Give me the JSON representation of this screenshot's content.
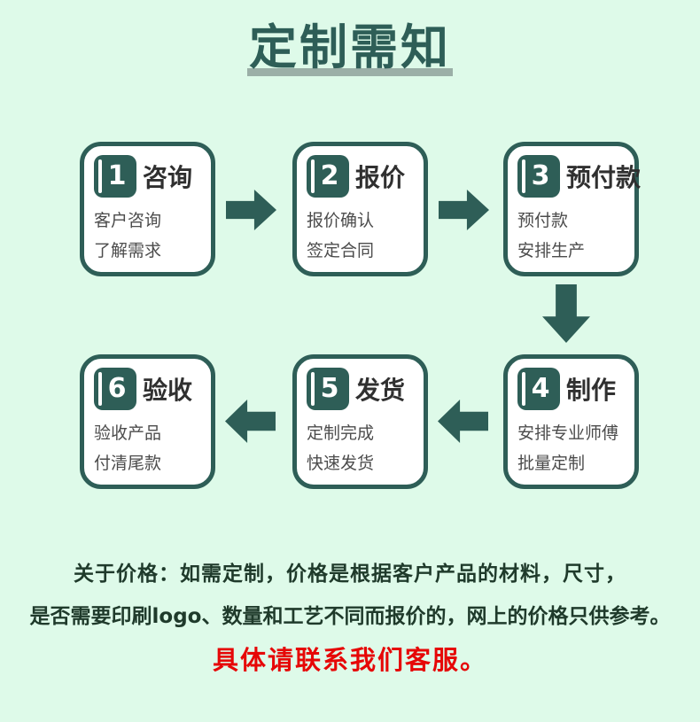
{
  "page": {
    "title": "定制需知",
    "colors": {
      "background": "#defae9",
      "accent_teal": "#2e5e57",
      "title_underline": "#9bafa7",
      "footer_text": "#1f3a2b",
      "footer_highlight": "#e60707",
      "box_background": "#ffffff"
    }
  },
  "steps": [
    {
      "number": "1",
      "label": "咨询",
      "desc_line1": "客户咨询",
      "desc_line2": "了解需求"
    },
    {
      "number": "2",
      "label": "报价",
      "desc_line1": "报价确认",
      "desc_line2": "签定合同"
    },
    {
      "number": "3",
      "label": "预付款",
      "desc_line1": "预付款",
      "desc_line2": "安排生产"
    },
    {
      "number": "4",
      "label": "制作",
      "desc_line1": "安排专业师傅",
      "desc_line2": "批量定制"
    },
    {
      "number": "5",
      "label": "发货",
      "desc_line1": "定制完成",
      "desc_line2": "快速发货"
    },
    {
      "number": "6",
      "label": "验收",
      "desc_line1": "验收产品",
      "desc_line2": "付清尾款"
    }
  ],
  "flow_icons": [
    "arrow-right",
    "arrow-right",
    "arrow-down",
    "arrow-left",
    "arrow-left"
  ],
  "footer": {
    "line1": "关于价格：如需定制，价格是根据客户产品的材料，尺寸，",
    "line2": "是否需要印刷logo、数量和工艺不同而报价的，网上的价格只供参考。",
    "line3": "具体请联系我们客服。"
  }
}
